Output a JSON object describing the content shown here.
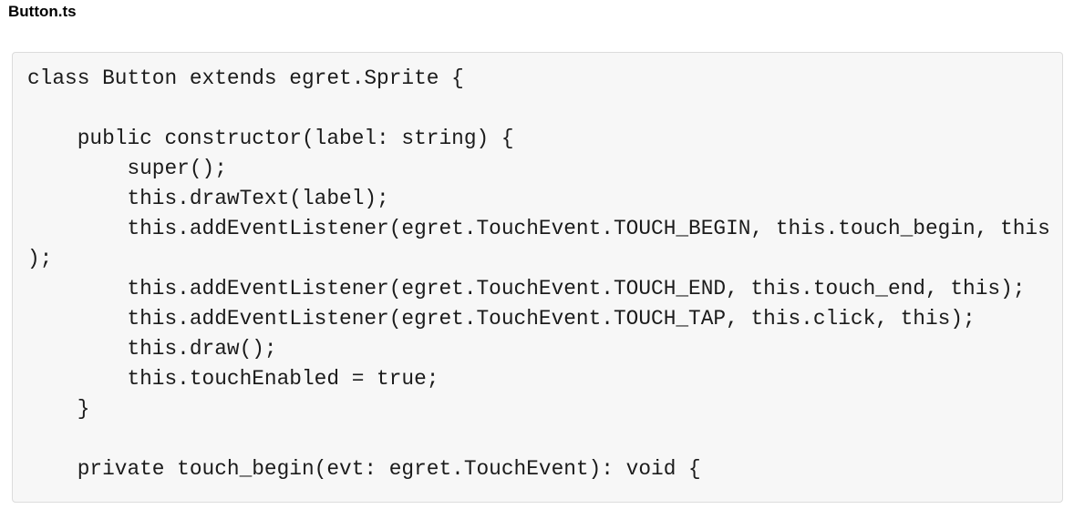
{
  "page": {
    "background_color": "#ffffff"
  },
  "document": {
    "title": "Button.ts"
  },
  "code_block": {
    "language": "typescript",
    "background_color": "#f7f7f7",
    "border_color": "#dcdcdc",
    "text_color": "#1b1b1b",
    "lines": [
      "class Button extends egret.Sprite {",
      "",
      "    public constructor(label: string) {",
      "        super();",
      "        this.drawText(label);",
      "        this.addEventListener(egret.TouchEvent.TOUCH_BEGIN, this.touch_begin, this",
      ");",
      "        this.addEventListener(egret.TouchEvent.TOUCH_END, this.touch_end, this);",
      "        this.addEventListener(egret.TouchEvent.TOUCH_TAP, this.click, this);",
      "        this.draw();",
      "        this.touchEnabled = true;",
      "    }",
      "",
      "    private touch_begin(evt: egret.TouchEvent): void {"
    ]
  }
}
